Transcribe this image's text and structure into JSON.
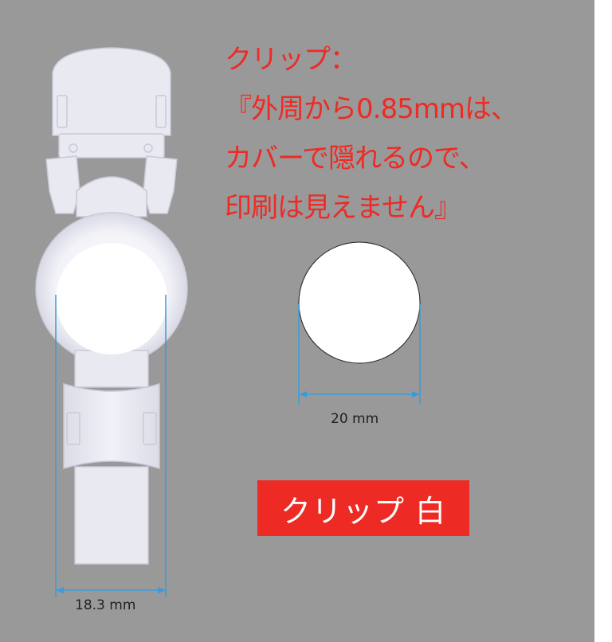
{
  "colors": {
    "panel": "#999999",
    "accent_red": "#ee2a24",
    "dimension_blue": "#3d9ad6",
    "clip_body": "#e9e9f2",
    "clip_outline": "#c9c9d8",
    "print_area": "#ffffff",
    "text_dark": "#231f20"
  },
  "note": {
    "lines": [
      "クリップ：",
      "『外周から0.85mmは、",
      "カバーで隠れるので、",
      "印刷は見えません』"
    ]
  },
  "clip_dimension": {
    "label": "18.3 mm",
    "value_mm": 18.3
  },
  "circle_dimension": {
    "label": "20 mm",
    "value_mm": 20
  },
  "badge": {
    "label": "クリップ 白"
  }
}
